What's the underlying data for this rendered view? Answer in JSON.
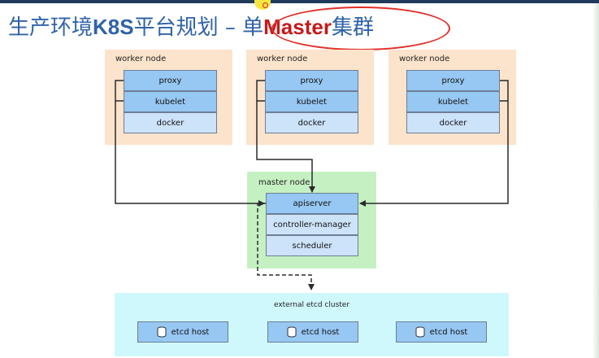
{
  "title": {
    "prefix": "生产环境",
    "k8s": "K8S",
    "middle": "平台规划 – 单",
    "master": "Master",
    "suffix": "集群"
  },
  "worker_nodes": [
    {
      "label": "worker node",
      "components": [
        "proxy",
        "kubelet",
        "docker"
      ]
    },
    {
      "label": "worker node",
      "components": [
        "proxy",
        "kubelet",
        "docker"
      ]
    },
    {
      "label": "worker node",
      "components": [
        "proxy",
        "kubelet",
        "docker"
      ]
    }
  ],
  "master_node": {
    "label": "master node",
    "components": [
      "apiserver",
      "controller-manager",
      "scheduler"
    ]
  },
  "etcd_cluster": {
    "label": "external etcd cluster",
    "hosts": [
      "etcd host",
      "etcd host",
      "etcd host"
    ]
  },
  "colors": {
    "title": "#2f63a8",
    "title_highlight": "#c41a1a",
    "worker_bg": "#fce3cb",
    "master_bg": "#c5f0c2",
    "etcd_bg": "#cff8fd",
    "component_dark": "#97c7f3",
    "component_light": "#cde3fa",
    "annotation": "#e0302a"
  }
}
